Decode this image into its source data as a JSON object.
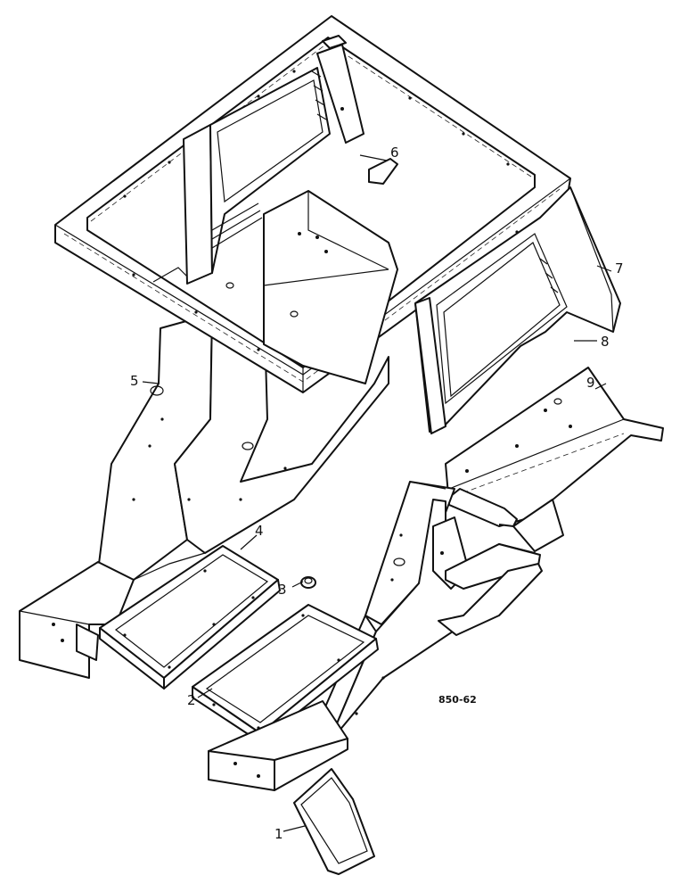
{
  "diagram": {
    "reference_code": "850-62",
    "callouts": [
      {
        "id": "1",
        "label": "1"
      },
      {
        "id": "2",
        "label": "2"
      },
      {
        "id": "3",
        "label": "3"
      },
      {
        "id": "4",
        "label": "4"
      },
      {
        "id": "5",
        "label": "5"
      },
      {
        "id": "6",
        "label": "6"
      },
      {
        "id": "7",
        "label": "7"
      },
      {
        "id": "8",
        "label": "8"
      },
      {
        "id": "9",
        "label": "9"
      }
    ],
    "colors": {
      "line": "#111111",
      "background": "#ffffff"
    }
  }
}
